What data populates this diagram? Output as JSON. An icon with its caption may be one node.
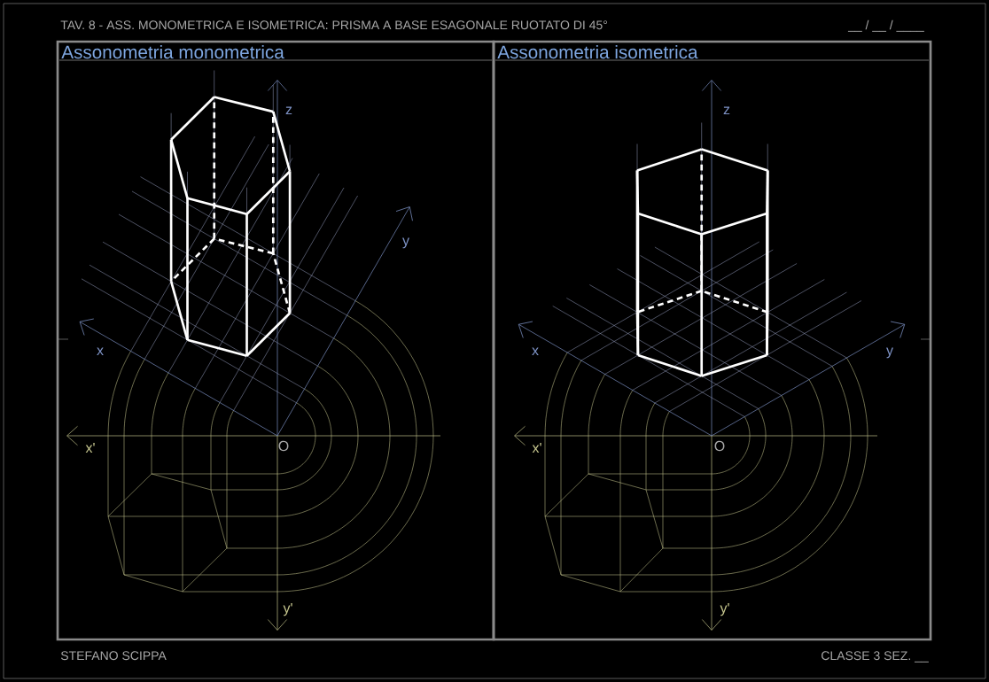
{
  "diagram": {
    "title": "TAV. 8 - ASS. MONOMETRICA E ISOMETRICA: PRISMA A BASE ESAGONALE RUOTATO DI 45°",
    "nodes": [
      {
        "text": [
          "Assonometria monometrica"
        ]
      },
      {
        "text": [
          "Assonometria isometrica"
        ]
      }
    ],
    "labels": [
      "__ / __ / ____",
      "z",
      "y",
      "x",
      "x'",
      "O",
      "y'",
      "z",
      "x",
      "y",
      "x'",
      "O",
      "y'",
      "STEFANO SCIPPA",
      "CLASSE 3 SEZ. __"
    ]
  }
}
